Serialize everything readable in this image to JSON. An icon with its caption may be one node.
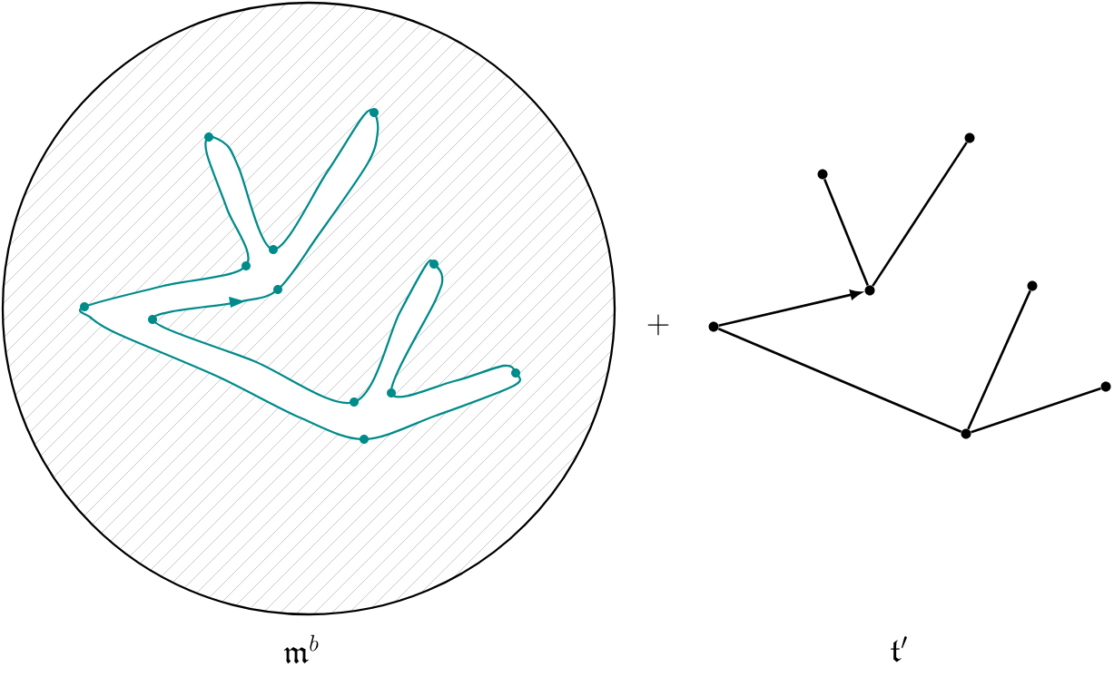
{
  "diagram": {
    "nodes": [
      {
        "text": [],
        "shape": "circle"
      },
      {
        "text": [],
        "shape": "circle"
      },
      {
        "text": [],
        "shape": "circle"
      },
      {
        "text": [],
        "shape": "circle"
      },
      {
        "text": [],
        "shape": "circle"
      },
      {
        "text": [],
        "shape": "circle"
      },
      {
        "text": [],
        "shape": "circle"
      }
    ],
    "edges": [
      {
        "from": 0,
        "to": 2,
        "arrow": "to"
      },
      {
        "from": 2,
        "to": 1,
        "arrow": "none"
      },
      {
        "from": 2,
        "to": 4,
        "arrow": "none"
      },
      {
        "from": 0,
        "to": 3,
        "arrow": "none"
      },
      {
        "from": 3,
        "to": 5,
        "arrow": "none"
      },
      {
        "from": 3,
        "to": 6,
        "arrow": "none"
      }
    ],
    "labels": [
      "+",
      "\\mathfrak{m}^b",
      "\\mathfrak{t}'"
    ]
  }
}
